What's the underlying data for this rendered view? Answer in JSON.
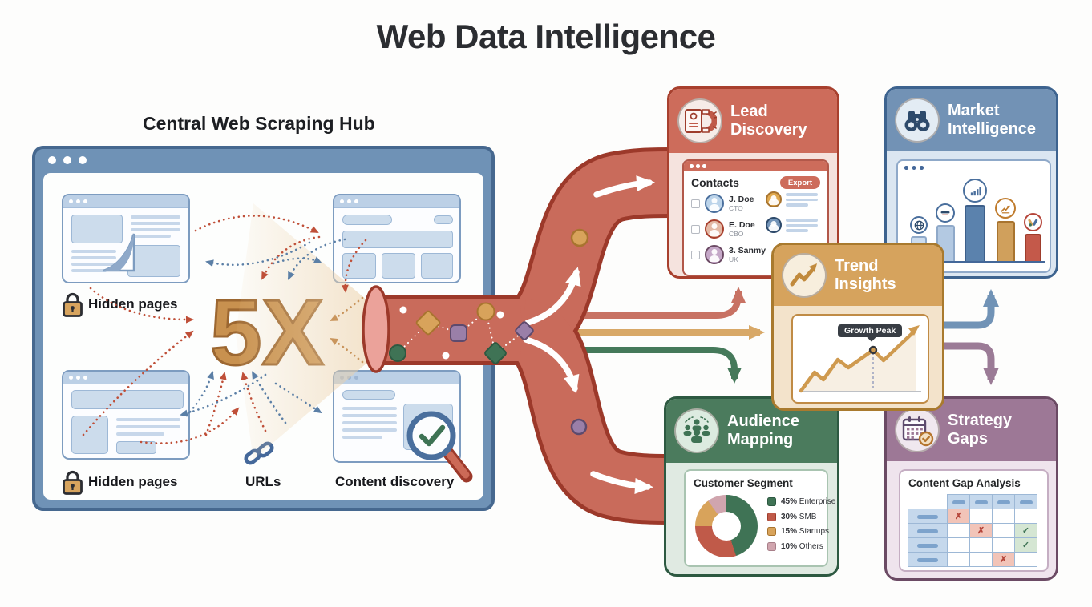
{
  "page": {
    "title": "Web Data Intelligence"
  },
  "hub": {
    "label": "Central Web Scraping Hub",
    "multiplier": "5X",
    "labels": {
      "hidden_pages_top": "Hidden pages",
      "hidden_pages_bottom": "Hidden pages",
      "urls": "URLs",
      "content_discovery": "Content discovery"
    }
  },
  "flow": {
    "pipe_color": "#c96b5b",
    "pipe_border": "#9c392a",
    "arrow_colors": {
      "lead": "#c87263",
      "trend": "#d8a867",
      "audience": "#45795a",
      "market": "#7193b6",
      "strategy": "#9b7b96"
    }
  },
  "cards": {
    "lead_discovery": {
      "title": "Lead Discovery",
      "window_title": "Contacts",
      "export_button": "Export",
      "contacts": [
        {
          "name": "J. Doe",
          "role": "CTO",
          "avatar_color": "#bcd4ea",
          "ring": "#4a6f9d"
        },
        {
          "name": "E. Doe",
          "role": "CBO",
          "avatar_color": "#e3b9a6",
          "ring": "#a8402e"
        },
        {
          "name": "3. Sanmy",
          "role": "UK",
          "avatar_color": "#c5a8c8",
          "ring": "#6b4a64"
        }
      ],
      "colors": {
        "header": "#cd6c5b",
        "body": "#f5e3de",
        "border": "#a8402e"
      }
    },
    "market_intelligence": {
      "title": "Market Intelligence",
      "colors": {
        "header": "#7292b5",
        "body": "#dbe6f1",
        "border": "#3d638f"
      },
      "chart": {
        "values": [
          31,
          45,
          70,
          50,
          34
        ],
        "bar_colors": [
          "#ccdcee",
          "#b3c9e2",
          "#5b82ad",
          "#d0a05c",
          "#c4594a"
        ],
        "bar_borders": [
          "#8fa9c9",
          "#8fa9c9",
          "#3d5f8a",
          "#a8742f",
          "#9e3d2c"
        ],
        "bar_widths": [
          20,
          23,
          26,
          23,
          21
        ],
        "icon_sizes": [
          22,
          24,
          30,
          26,
          23
        ],
        "icon_borders": [
          "#4a6f9d",
          "#4a6f9d",
          "#4a6f9d",
          "#c07c2e",
          "#b5453a"
        ]
      }
    },
    "trend_insights": {
      "title": "Trend Insights",
      "tooltip": "Growth Peak",
      "colors": {
        "header": "#d6a35d",
        "body": "#f3e3cb",
        "border": "#a97a2e"
      }
    },
    "audience_mapping": {
      "title": "Audience Mapping",
      "panel_title": "Customer Segment",
      "segments": [
        {
          "pct": "45%",
          "label": "Enterprise",
          "value": 45,
          "color": "#3f7355",
          "border": "#2d5941"
        },
        {
          "pct": "30%",
          "label": "SMB",
          "value": 30,
          "color": "#c05a49",
          "border": "#9e3d2c"
        },
        {
          "pct": "15%",
          "label": "Startups",
          "value": 15,
          "color": "#d8a35b",
          "border": "#a8742f"
        },
        {
          "pct": "10%",
          "label": "Others",
          "value": 10,
          "color": "#d0a5ae",
          "border": "#a87f89"
        }
      ],
      "colors": {
        "header": "#4b7b5d",
        "body": "#e0eae2",
        "border": "#2d5941"
      }
    },
    "strategy_gaps": {
      "title": "Strategy Gaps",
      "panel_title": "Content Gap Analysis",
      "grid": [
        [
          "x",
          "",
          "",
          ""
        ],
        [
          "",
          "x",
          "",
          "check"
        ],
        [
          "",
          "",
          "",
          "check"
        ],
        [
          "",
          "",
          "x",
          ""
        ]
      ],
      "colors": {
        "header": "#9d7896",
        "body": "#efe4ed",
        "border": "#6b4a64"
      }
    }
  },
  "chart_data": [
    {
      "type": "bar",
      "title": "Market Intelligence mini bar chart",
      "categories": [
        "globe-source",
        "brand-logo-source",
        "bar-chart-source",
        "trend-source",
        "ads-source"
      ],
      "values": [
        31,
        45,
        70,
        50,
        34
      ]
    },
    {
      "type": "line",
      "title": "Trend Insights growth line",
      "annotation": "Growth Peak",
      "x": [
        0,
        1,
        2,
        3,
        4,
        5,
        6,
        7
      ],
      "y": [
        10,
        32,
        22,
        48,
        37,
        62,
        49,
        95
      ]
    },
    {
      "type": "pie",
      "title": "Customer Segment",
      "labels": [
        "Enterprise",
        "SMB",
        "Startups",
        "Others"
      ],
      "values": [
        45,
        30,
        15,
        10
      ]
    }
  ]
}
